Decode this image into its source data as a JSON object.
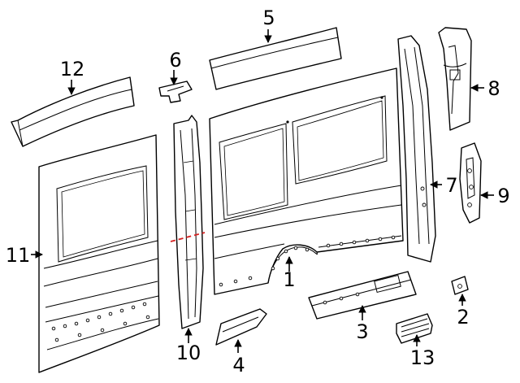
{
  "colors": {
    "line": "#000000",
    "background": "#ffffff",
    "cut_line": "#d62020"
  },
  "callouts": [
    {
      "id": "callout-1",
      "label": "1"
    },
    {
      "id": "callout-2",
      "label": "2"
    },
    {
      "id": "callout-3",
      "label": "3"
    },
    {
      "id": "callout-4",
      "label": "4"
    },
    {
      "id": "callout-5",
      "label": "5"
    },
    {
      "id": "callout-6",
      "label": "6"
    },
    {
      "id": "callout-7",
      "label": "7"
    },
    {
      "id": "callout-8",
      "label": "8"
    },
    {
      "id": "callout-9",
      "label": "9"
    },
    {
      "id": "callout-10",
      "label": "10"
    },
    {
      "id": "callout-11",
      "label": "11"
    },
    {
      "id": "callout-12",
      "label": "12"
    },
    {
      "id": "callout-13",
      "label": "13"
    }
  ]
}
